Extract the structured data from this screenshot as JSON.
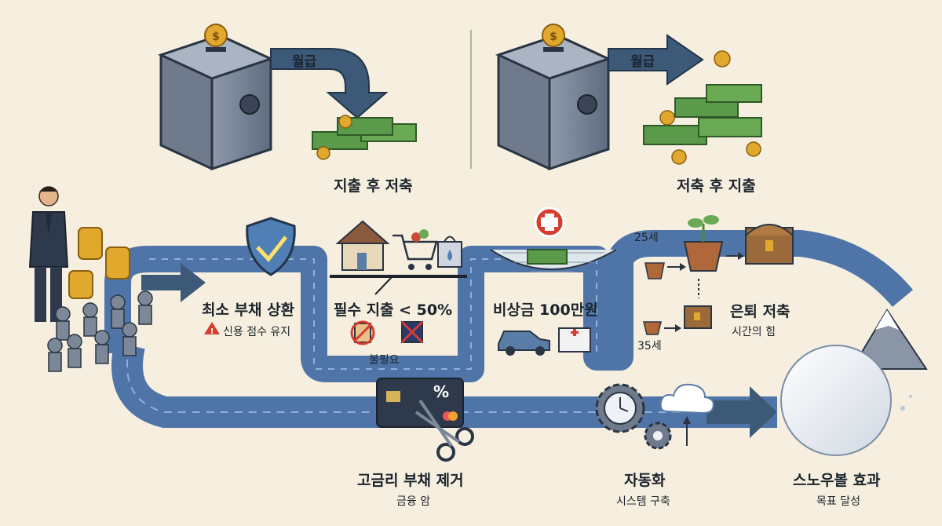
{
  "top": {
    "left_arrow_label": "월급",
    "left_caption": "지출 후 저축",
    "right_arrow_label": "월급",
    "right_caption": "저축 후 지출"
  },
  "steps": {
    "debt_min": {
      "title": "최소 부채 상환",
      "note": "신용 점수 유지"
    },
    "essentials": {
      "title": "필수 지출 < 50%",
      "note": "불필요"
    },
    "emergency": {
      "title": "비상금 100만원"
    },
    "retirement": {
      "title": "은퇴 저축",
      "note": "시간의 힘",
      "age_early": "25세",
      "age_late": "35세"
    },
    "high_interest": {
      "title": "고금리 부채 제거",
      "note": "금융 암",
      "percent": "%"
    },
    "automation": {
      "title": "자동화",
      "note": "시스템 구축"
    },
    "snowball": {
      "title": "스노우볼 효과",
      "note": "목표 달성"
    }
  },
  "colors": {
    "background": "#f6efdf",
    "road": "#4f75a8",
    "road_light": "#6d90bf",
    "arrow": "#3d5978",
    "money": "#5a9a4a",
    "coin": "#e0a82c"
  },
  "icons": [
    "safe-icon",
    "cash-icon",
    "coin-icon",
    "businessman-icon",
    "knight-army-icon",
    "shield-check-icon",
    "house-icon",
    "cart-icon",
    "bag-icon",
    "coffee-icon",
    "no-icon",
    "first-aid-icon",
    "safety-net-icon",
    "car-icon",
    "hospital-icon",
    "plant-pot-icon",
    "treasure-chest-icon",
    "credit-card-icon",
    "scissors-icon",
    "gear-clock-icon",
    "cloud-icon",
    "snowball-icon",
    "mountain-icon",
    "warning-icon"
  ]
}
